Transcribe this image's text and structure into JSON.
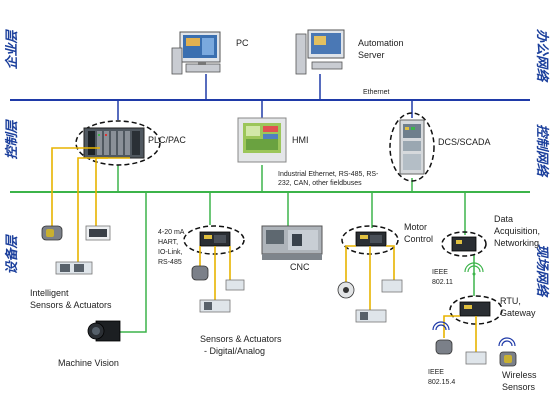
{
  "side_labels": {
    "left": [
      "企业层",
      "控制层",
      "设备层"
    ],
    "right": [
      "办公网络",
      "控制网络",
      "现场网络"
    ]
  },
  "nodes": {
    "pc": "PC",
    "automation_server": [
      "Automation",
      "Server"
    ],
    "plc": "PLC/PAC",
    "hmi": "HMI",
    "dcs": "DCS/SCADA",
    "cnc": "CNC",
    "motor_control": [
      "Motor",
      "Control"
    ],
    "data_acq": [
      "Data",
      "Acquisition,",
      "Networking"
    ],
    "rtu": [
      "RTU,",
      "Gateway"
    ],
    "intelligent": [
      "Intelligent",
      "Sensors & Actuators"
    ],
    "machine_vision": "Machine Vision",
    "sensors_actuators": [
      "Sensors & Actuators",
      "- Digital/Analog"
    ],
    "wireless_sensors": [
      "Wireless",
      "Sensors"
    ]
  },
  "bus_labels": {
    "ethernet": "Ethernet",
    "industrial": [
      "Industrial Ethernet, RS-485, RS-",
      "232, CAN, other fieldbuses"
    ],
    "analog_io": [
      "4-20 mA",
      "HART,",
      "IO-Link,",
      "RS-485"
    ],
    "ieee_80211": [
      "IEEE",
      "802.11"
    ],
    "ieee_802154": [
      "IEEE",
      "802.15.4"
    ]
  },
  "colors": {
    "enterprise_bus": "#1f3aa8",
    "field_bus": "#3cb44a",
    "yellow_link": "#e8b400",
    "side_text": "#1b3f9c"
  }
}
